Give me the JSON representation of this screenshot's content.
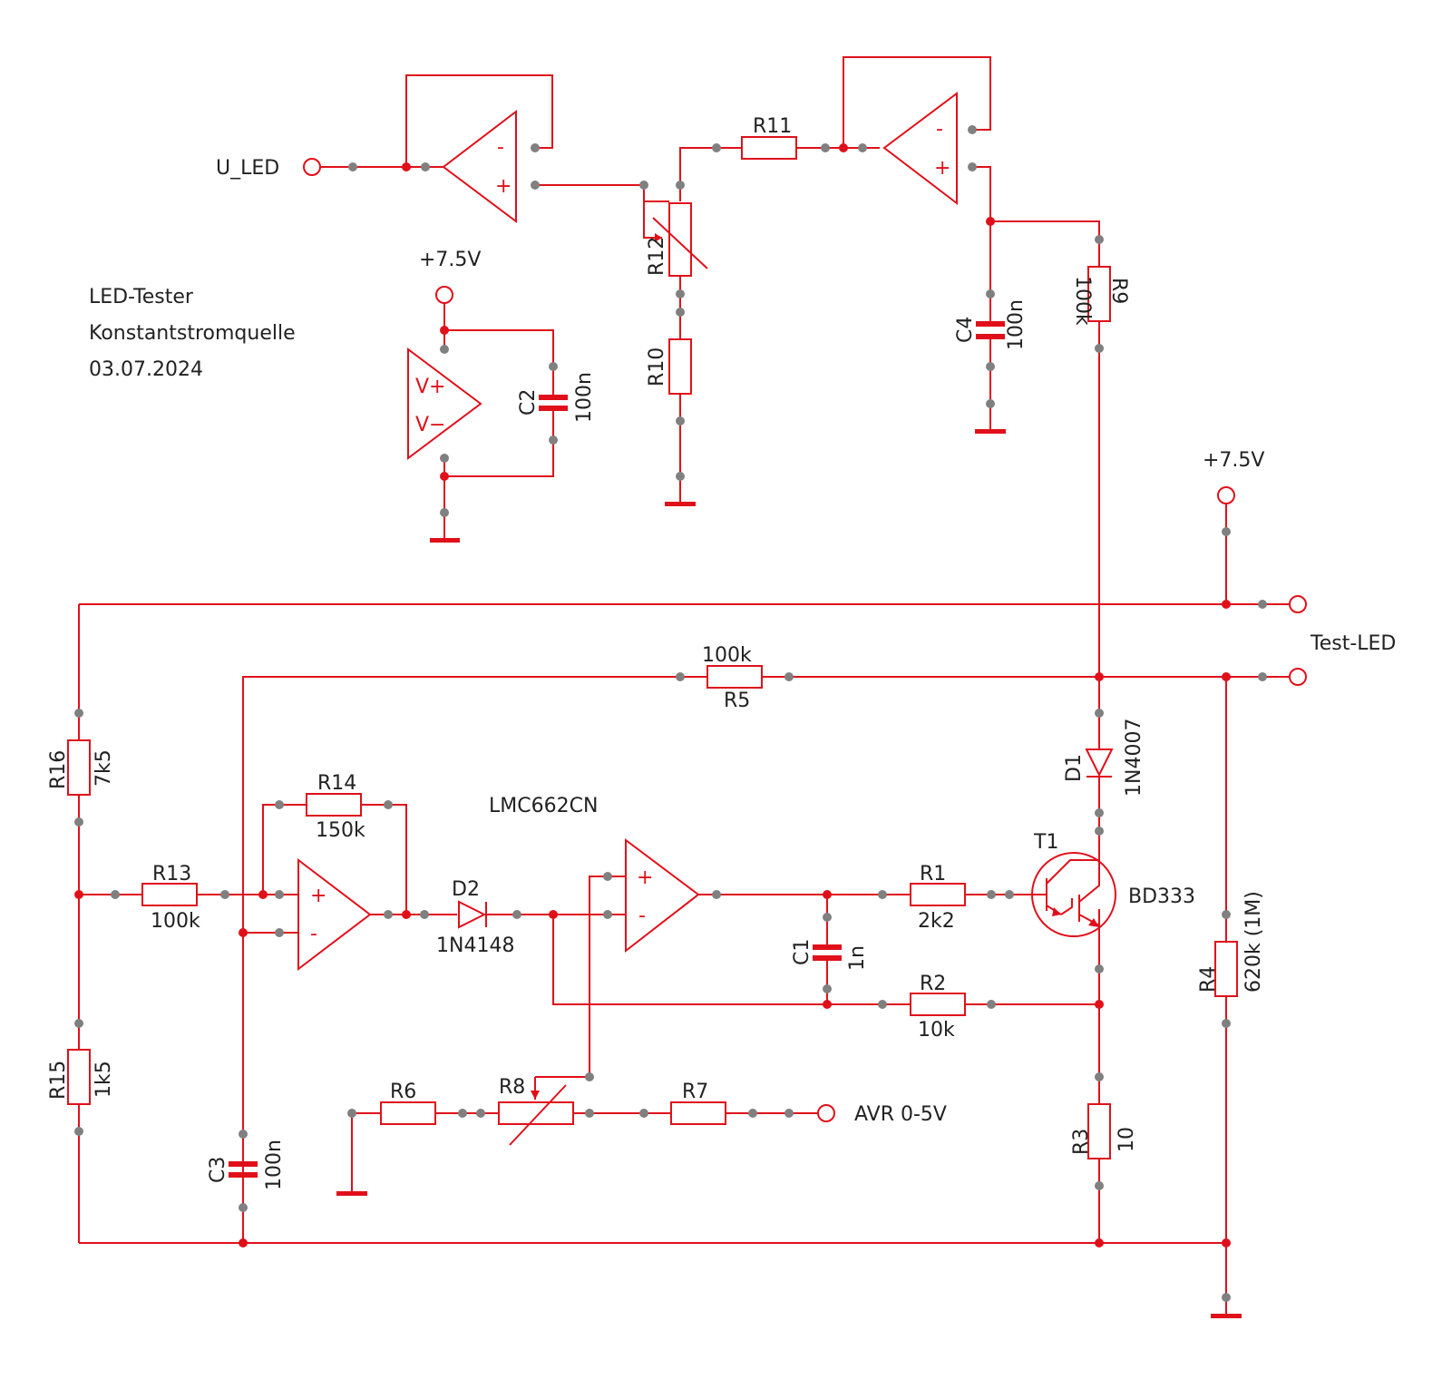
{
  "colors": {
    "wire": "#e0101a",
    "pin": "#808080",
    "text": "#222222",
    "background": "#ffffff"
  },
  "title_block": {
    "line1": "LED-Tester",
    "line2": "Konstantstromquelle",
    "line3": "03.07.2024"
  },
  "ic_name": "LMC662CN",
  "opamp_signs": {
    "plus": "+",
    "minus": "-",
    "vplus": "V+",
    "vminus": "V−"
  },
  "nets": {
    "u_led": "U_LED",
    "supply_top": "+7.5V",
    "supply_right": "+7.5V",
    "test_led": "Test-LED",
    "avr": "AVR 0-5V"
  },
  "components": {
    "r1": {
      "ref": "R1",
      "value": "2k2"
    },
    "r2": {
      "ref": "R2",
      "value": "10k"
    },
    "r3": {
      "ref": "R3",
      "value": "10"
    },
    "r4": {
      "ref": "R4",
      "value": "620k (1M)"
    },
    "r5": {
      "ref": "R5",
      "value": "100k"
    },
    "r6": {
      "ref": "R6"
    },
    "r7": {
      "ref": "R7"
    },
    "r8": {
      "ref": "R8"
    },
    "r9": {
      "ref": "R9",
      "value": "100k"
    },
    "r10": {
      "ref": "R10"
    },
    "r11": {
      "ref": "R11"
    },
    "r12": {
      "ref": "R12"
    },
    "r13": {
      "ref": "R13",
      "value": "100k"
    },
    "r14": {
      "ref": "R14",
      "value": "150k"
    },
    "r15": {
      "ref": "R15",
      "value": "1k5"
    },
    "r16": {
      "ref": "R16",
      "value": "7k5"
    },
    "c1": {
      "ref": "C1",
      "value": "1n"
    },
    "c2": {
      "ref": "C2",
      "value": "100n"
    },
    "c3": {
      "ref": "C3",
      "value": "100n"
    },
    "c4": {
      "ref": "C4",
      "value": "100n"
    },
    "d1": {
      "ref": "D1",
      "value": "1N4007"
    },
    "d2": {
      "ref": "D2",
      "value": "1N4148"
    },
    "t1": {
      "ref": "T1",
      "value": "BD333"
    }
  }
}
